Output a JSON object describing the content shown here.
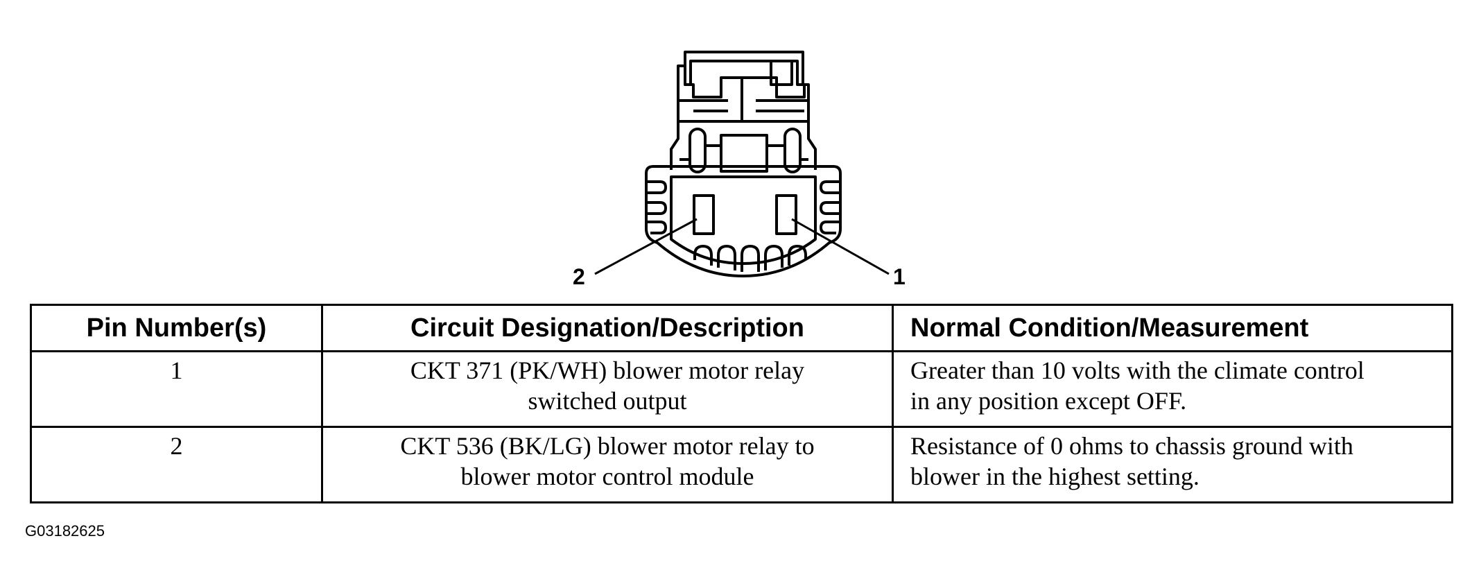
{
  "pin_callouts": {
    "pin_1": "1",
    "pin_2": "2"
  },
  "table": {
    "headers": [
      "Pin Number(s)",
      "Circuit Designation/Description",
      "Normal Condition/Measurement"
    ],
    "rows": [
      {
        "pin": "1",
        "circuit": [
          "CKT 371 (PK/WH) blower motor relay",
          "switched output"
        ],
        "normal": [
          "Greater than 10 volts with the climate control",
          "in any position except OFF."
        ]
      },
      {
        "pin": "2",
        "circuit": [
          "CKT 536 (BK/LG) blower motor relay to",
          "blower motor control module"
        ],
        "normal": [
          "Resistance of 0 ohms to chassis ground with",
          "blower in the highest setting."
        ]
      }
    ]
  },
  "figure_id": "G03182625"
}
